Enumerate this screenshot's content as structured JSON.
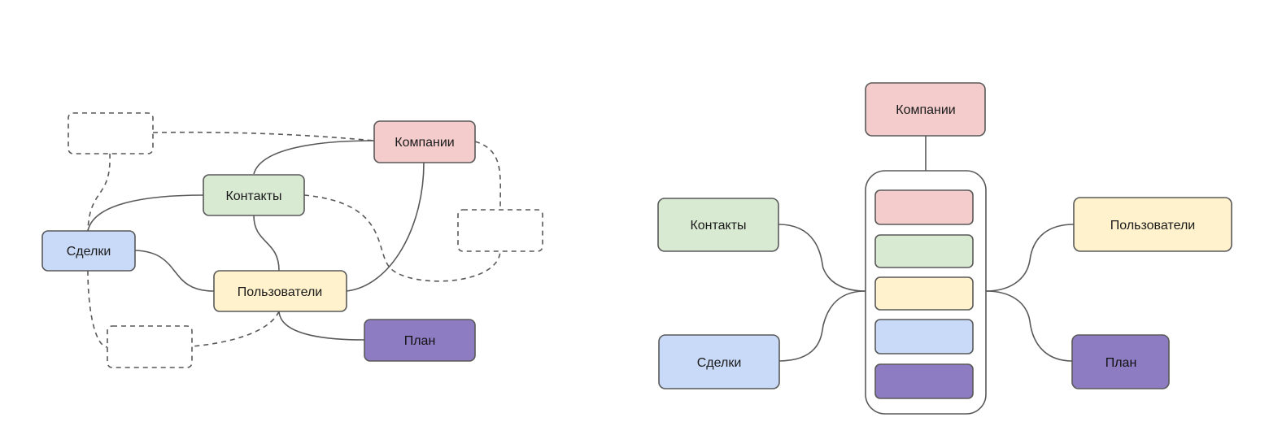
{
  "colors": {
    "companies": "#f4cccc",
    "contacts": "#d9ead3",
    "users": "#fff2cc",
    "deals": "#c9daf8",
    "plan": "#8e7cc3",
    "stroke": "#595959",
    "connector": "#595959",
    "background": "#ffffff"
  },
  "left_diagram": {
    "nodes": {
      "companies": "Компании",
      "contacts": "Контакты",
      "deals": "Сделки",
      "users": "Пользователи",
      "plan": "План"
    }
  },
  "right_diagram": {
    "nodes": {
      "companies": "Компании",
      "contacts": "Контакты",
      "deals": "Сделки",
      "users": "Пользователи",
      "plan": "План"
    },
    "hub_slots": [
      "companies",
      "contacts",
      "users",
      "deals",
      "plan"
    ]
  }
}
